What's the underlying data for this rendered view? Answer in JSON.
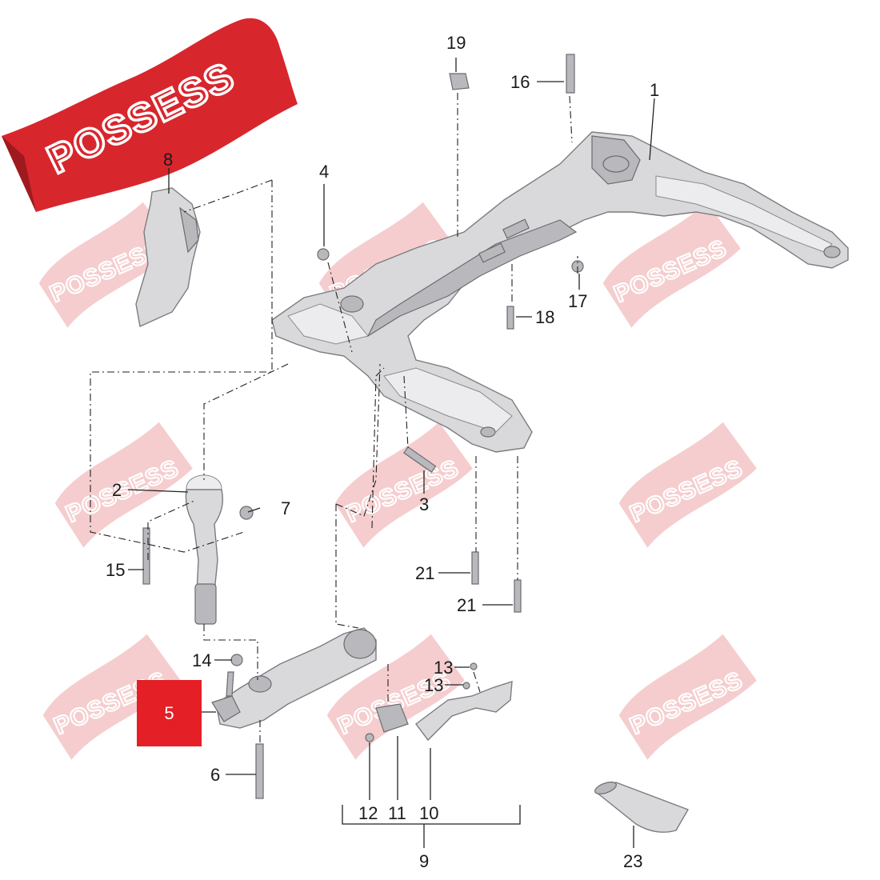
{
  "brand": {
    "name": "POSSESS",
    "banner_color": "#d8262d",
    "watermark_color": "#f2b9bb"
  },
  "highlight": {
    "label": "5",
    "color": "#e41f26"
  },
  "callouts": {
    "c1": "1",
    "c2": "2",
    "c3": "3",
    "c4": "4",
    "c6": "6",
    "c7": "7",
    "c8": "8",
    "c9": "9",
    "c10": "10",
    "c11": "11",
    "c12": "12",
    "c13a": "13",
    "c13b": "13",
    "c14": "14",
    "c15": "15",
    "c16": "16",
    "c17": "17",
    "c18": "18",
    "c19": "19",
    "c21a": "21",
    "c21b": "21",
    "c23": "23"
  }
}
